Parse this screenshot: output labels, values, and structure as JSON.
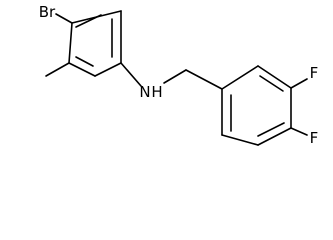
{
  "structure": {
    "atoms": {
      "bromine": "Br",
      "amine": "N",
      "amine_hydrogen": "H",
      "fluorine_3": "F",
      "fluorine_4": "F"
    },
    "colors": {
      "background": "#ffffff",
      "bonds": "#000000",
      "labels": "#000000"
    }
  }
}
